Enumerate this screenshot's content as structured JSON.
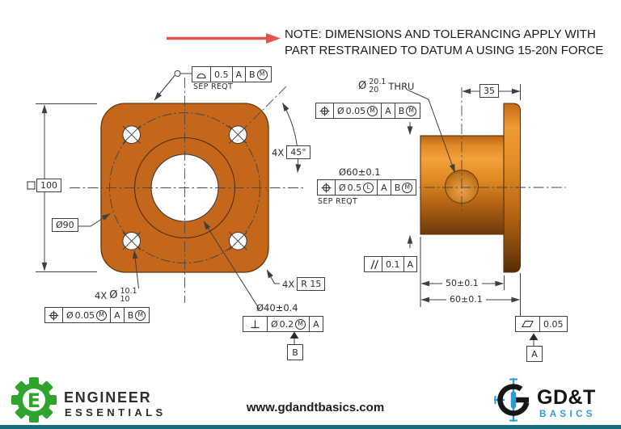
{
  "note": {
    "line1": "NOTE: DIMENSIONS AND TOLERANCING APPLY WITH",
    "line2": "PART RESTRAINED TO DATUM A USING 15-20N FORCE"
  },
  "front_view": {
    "width_dim": "100",
    "bolt_circle_dim": "Ø90",
    "angle_qty": "4X",
    "angle_dim": "45°",
    "radius_qty": "4X",
    "radius_dim": "R 15",
    "holes_qty": "4X",
    "holes_dia": "Ø",
    "holes_upper": "10.1",
    "holes_lower": "10",
    "bore_dim": "Ø40±0.4",
    "profile_fcf": {
      "tol": "0.5",
      "datum_a": "A",
      "datum_b": "B",
      "mod_b": "M",
      "note": "SEP REQT"
    },
    "holes_fcf": {
      "dia": "Ø",
      "tol": "0.05",
      "mod": "M",
      "datum_a": "A",
      "datum_b": "B",
      "mod_b": "M"
    },
    "perp_fcf": {
      "dia": "Ø",
      "tol": "0.2",
      "mod": "M",
      "datum_a": "A"
    },
    "datum_b_label": "B"
  },
  "side_view": {
    "hole_dia": "Ø",
    "hole_upper": "20.1",
    "hole_lower": "20",
    "hole_thru": "THRU",
    "offset_dim": "35",
    "boss_dim": "Ø60±0.1",
    "length_dim": "50±0.1",
    "overall_dim": "60±0.1",
    "hole_fcf": {
      "dia": "Ø",
      "tol": "0.05",
      "mod": "M",
      "datum_a": "A",
      "datum_b": "B",
      "mod_b": "M"
    },
    "boss_fcf": {
      "dia": "Ø",
      "tol": "0.5",
      "mod": "L",
      "datum_a": "A",
      "datum_b": "B",
      "mod_b": "M",
      "note": "SEP REQT"
    },
    "parallel_fcf": {
      "tol": "0.1",
      "datum_a": "A"
    },
    "flat_fcf": {
      "tol": "0.05"
    },
    "datum_a_label": "A"
  },
  "footer": {
    "brand_left_line1": "ENGINEER",
    "brand_left_line2": "ESSENTIALS",
    "url": "www.gdandtbasics.com",
    "brand_right_name": "GD&T",
    "brand_right_sub": "BASICS"
  },
  "colors": {
    "part_orange": "#C4671B",
    "accent_red": "#E2544A",
    "brand_green": "#2EA42D",
    "brand_blue": "#2E9BD8",
    "drawing_line": "#3F3F3F",
    "footer_bar_teal": "#176D7D"
  }
}
